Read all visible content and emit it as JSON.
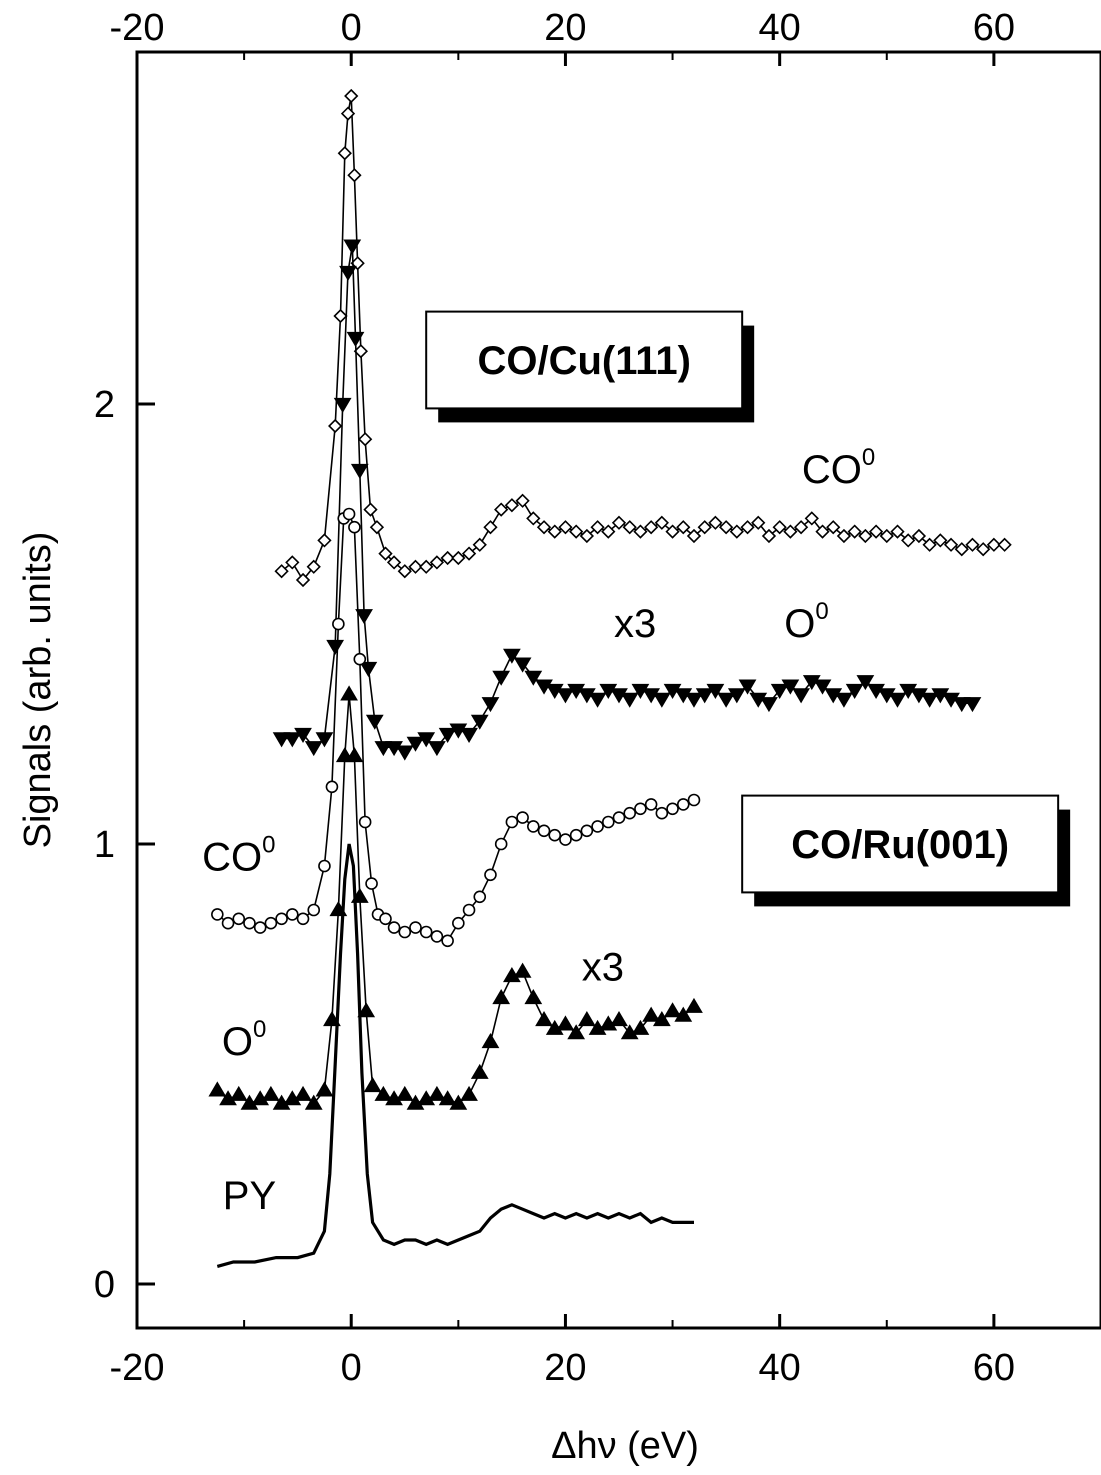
{
  "chart_data": {
    "type": "scatter",
    "xlabel": "Δhν (eV)",
    "ylabel": "Signals (arb. units)",
    "xlim": [
      -20,
      70
    ],
    "ylim": [
      -0.1,
      2.8
    ],
    "x_ticks": [
      -20,
      0,
      20,
      40,
      60
    ],
    "x_tick_labels": [
      "-20",
      "0",
      "20",
      "40",
      "60"
    ],
    "top_tick_labels": [
      "-20",
      "0",
      "20",
      "40",
      "60"
    ],
    "y_ticks": [
      0,
      1,
      2
    ],
    "y_tick_labels": [
      "0",
      "1",
      "2"
    ],
    "grid": false,
    "series": [
      {
        "marker": "diamond-open",
        "line": true,
        "points": [
          [
            -6.5,
            1.62
          ],
          [
            -5.5,
            1.64
          ],
          [
            -4.5,
            1.6
          ],
          [
            -3.5,
            1.63
          ],
          [
            -2.5,
            1.69
          ],
          [
            -1.5,
            1.95
          ],
          [
            -1,
            2.2
          ],
          [
            -0.6,
            2.57
          ],
          [
            -0.3,
            2.66
          ],
          [
            0,
            2.7
          ],
          [
            0.3,
            2.52
          ],
          [
            0.6,
            2.32
          ],
          [
            0.9,
            2.12
          ],
          [
            1.3,
            1.92
          ],
          [
            1.8,
            1.76
          ],
          [
            2.4,
            1.72
          ],
          [
            3.2,
            1.66
          ],
          [
            4,
            1.64
          ],
          [
            5,
            1.62
          ],
          [
            6,
            1.63
          ],
          [
            7,
            1.63
          ],
          [
            8,
            1.64
          ],
          [
            9,
            1.65
          ],
          [
            10,
            1.65
          ],
          [
            11,
            1.66
          ],
          [
            12,
            1.68
          ],
          [
            13,
            1.72
          ],
          [
            14,
            1.76
          ],
          [
            15,
            1.77
          ],
          [
            16,
            1.78
          ],
          [
            17,
            1.74
          ],
          [
            18,
            1.72
          ],
          [
            19,
            1.71
          ],
          [
            20,
            1.72
          ],
          [
            21,
            1.71
          ],
          [
            22,
            1.7
          ],
          [
            23,
            1.72
          ],
          [
            24,
            1.71
          ],
          [
            25,
            1.73
          ],
          [
            26,
            1.72
          ],
          [
            27,
            1.71
          ],
          [
            28,
            1.72
          ],
          [
            29,
            1.73
          ],
          [
            30,
            1.71
          ],
          [
            31,
            1.72
          ],
          [
            32,
            1.7
          ],
          [
            33,
            1.72
          ],
          [
            34,
            1.73
          ],
          [
            35,
            1.72
          ],
          [
            36,
            1.71
          ],
          [
            37,
            1.72
          ],
          [
            38,
            1.73
          ],
          [
            39,
            1.7
          ],
          [
            40,
            1.72
          ],
          [
            41,
            1.71
          ],
          [
            42,
            1.72
          ],
          [
            43,
            1.74
          ],
          [
            44,
            1.71
          ],
          [
            45,
            1.72
          ],
          [
            46,
            1.7
          ],
          [
            47,
            1.71
          ],
          [
            48,
            1.7
          ],
          [
            49,
            1.71
          ],
          [
            50,
            1.7
          ],
          [
            51,
            1.71
          ],
          [
            52,
            1.69
          ],
          [
            53,
            1.7
          ],
          [
            54,
            1.68
          ],
          [
            55,
            1.69
          ],
          [
            56,
            1.68
          ],
          [
            57,
            1.67
          ],
          [
            58,
            1.68
          ],
          [
            59,
            1.67
          ],
          [
            60,
            1.68
          ],
          [
            61,
            1.68
          ]
        ]
      },
      {
        "marker": "triangle-down-filled",
        "line": true,
        "points": [
          [
            -6.5,
            1.24
          ],
          [
            -5.5,
            1.24
          ],
          [
            -4.5,
            1.25
          ],
          [
            -3.5,
            1.22
          ],
          [
            -2.5,
            1.24
          ],
          [
            -1.5,
            1.45
          ],
          [
            -0.8,
            2.0
          ],
          [
            -0.3,
            2.3
          ],
          [
            0.1,
            2.36
          ],
          [
            0.4,
            2.15
          ],
          [
            0.8,
            1.85
          ],
          [
            1.2,
            1.52
          ],
          [
            1.6,
            1.4
          ],
          [
            2.2,
            1.28
          ],
          [
            3,
            1.22
          ],
          [
            4,
            1.22
          ],
          [
            5,
            1.21
          ],
          [
            6,
            1.23
          ],
          [
            7,
            1.24
          ],
          [
            8,
            1.22
          ],
          [
            9,
            1.25
          ],
          [
            10,
            1.26
          ],
          [
            11,
            1.25
          ],
          [
            12,
            1.28
          ],
          [
            13,
            1.32
          ],
          [
            14,
            1.38
          ],
          [
            15,
            1.43
          ],
          [
            16,
            1.41
          ],
          [
            17,
            1.38
          ],
          [
            18,
            1.36
          ],
          [
            19,
            1.35
          ],
          [
            20,
            1.34
          ],
          [
            21,
            1.35
          ],
          [
            22,
            1.34
          ],
          [
            23,
            1.33
          ],
          [
            24,
            1.35
          ],
          [
            25,
            1.34
          ],
          [
            26,
            1.33
          ],
          [
            27,
            1.35
          ],
          [
            28,
            1.34
          ],
          [
            29,
            1.33
          ],
          [
            30,
            1.35
          ],
          [
            31,
            1.34
          ],
          [
            32,
            1.33
          ],
          [
            33,
            1.34
          ],
          [
            34,
            1.35
          ],
          [
            35,
            1.33
          ],
          [
            36,
            1.34
          ],
          [
            37,
            1.36
          ],
          [
            38,
            1.33
          ],
          [
            39,
            1.32
          ],
          [
            40,
            1.35
          ],
          [
            41,
            1.36
          ],
          [
            42,
            1.34
          ],
          [
            43,
            1.37
          ],
          [
            44,
            1.36
          ],
          [
            45,
            1.34
          ],
          [
            46,
            1.33
          ],
          [
            47,
            1.35
          ],
          [
            48,
            1.37
          ],
          [
            49,
            1.35
          ],
          [
            50,
            1.34
          ],
          [
            51,
            1.33
          ],
          [
            52,
            1.35
          ],
          [
            53,
            1.34
          ],
          [
            54,
            1.33
          ],
          [
            55,
            1.34
          ],
          [
            56,
            1.33
          ],
          [
            57,
            1.32
          ],
          [
            58,
            1.32
          ]
        ]
      },
      {
        "marker": "circle-open",
        "line": true,
        "points": [
          [
            -12.5,
            0.84
          ],
          [
            -11.5,
            0.82
          ],
          [
            -10.5,
            0.83
          ],
          [
            -9.5,
            0.82
          ],
          [
            -8.5,
            0.81
          ],
          [
            -7.5,
            0.82
          ],
          [
            -6.5,
            0.83
          ],
          [
            -5.5,
            0.84
          ],
          [
            -4.5,
            0.83
          ],
          [
            -3.5,
            0.85
          ],
          [
            -2.5,
            0.95
          ],
          [
            -1.8,
            1.13
          ],
          [
            -1.2,
            1.5
          ],
          [
            -0.7,
            1.74
          ],
          [
            -0.2,
            1.75
          ],
          [
            0.3,
            1.72
          ],
          [
            0.8,
            1.42
          ],
          [
            1.3,
            1.05
          ],
          [
            1.9,
            0.91
          ],
          [
            2.5,
            0.84
          ],
          [
            3.2,
            0.83
          ],
          [
            4,
            0.81
          ],
          [
            5,
            0.8
          ],
          [
            6,
            0.81
          ],
          [
            7,
            0.8
          ],
          [
            8,
            0.79
          ],
          [
            9,
            0.78
          ],
          [
            10,
            0.82
          ],
          [
            11,
            0.85
          ],
          [
            12,
            0.88
          ],
          [
            13,
            0.93
          ],
          [
            14,
            1.0
          ],
          [
            15,
            1.05
          ],
          [
            16,
            1.06
          ],
          [
            17,
            1.04
          ],
          [
            18,
            1.03
          ],
          [
            19,
            1.02
          ],
          [
            20,
            1.01
          ],
          [
            21,
            1.02
          ],
          [
            22,
            1.03
          ],
          [
            23,
            1.04
          ],
          [
            24,
            1.05
          ],
          [
            25,
            1.06
          ],
          [
            26,
            1.07
          ],
          [
            27,
            1.08
          ],
          [
            28,
            1.09
          ],
          [
            29,
            1.07
          ],
          [
            30,
            1.08
          ],
          [
            31,
            1.09
          ],
          [
            32,
            1.1
          ]
        ]
      },
      {
        "marker": "triangle-up-filled",
        "line": true,
        "points": [
          [
            -12.5,
            0.44
          ],
          [
            -11.5,
            0.42
          ],
          [
            -10.5,
            0.43
          ],
          [
            -9.5,
            0.41
          ],
          [
            -8.5,
            0.42
          ],
          [
            -7.5,
            0.43
          ],
          [
            -6.5,
            0.41
          ],
          [
            -5.5,
            0.42
          ],
          [
            -4.5,
            0.43
          ],
          [
            -3.5,
            0.41
          ],
          [
            -2.5,
            0.44
          ],
          [
            -1.8,
            0.6
          ],
          [
            -1.2,
            0.85
          ],
          [
            -0.6,
            1.2
          ],
          [
            -0.2,
            1.34
          ],
          [
            0.3,
            1.2
          ],
          [
            0.8,
            0.88
          ],
          [
            1.4,
            0.62
          ],
          [
            2,
            0.45
          ],
          [
            3,
            0.43
          ],
          [
            4,
            0.42
          ],
          [
            5,
            0.43
          ],
          [
            6,
            0.41
          ],
          [
            7,
            0.42
          ],
          [
            8,
            0.43
          ],
          [
            9,
            0.42
          ],
          [
            10,
            0.41
          ],
          [
            11,
            0.43
          ],
          [
            12,
            0.48
          ],
          [
            13,
            0.55
          ],
          [
            14,
            0.65
          ],
          [
            15,
            0.7
          ],
          [
            16,
            0.71
          ],
          [
            17,
            0.65
          ],
          [
            18,
            0.6
          ],
          [
            19,
            0.58
          ],
          [
            20,
            0.59
          ],
          [
            21,
            0.57
          ],
          [
            22,
            0.6
          ],
          [
            23,
            0.58
          ],
          [
            24,
            0.59
          ],
          [
            25,
            0.6
          ],
          [
            26,
            0.57
          ],
          [
            27,
            0.58
          ],
          [
            28,
            0.61
          ],
          [
            29,
            0.6
          ],
          [
            30,
            0.62
          ],
          [
            31,
            0.61
          ],
          [
            32,
            0.63
          ]
        ]
      },
      {
        "marker": "none",
        "line": true,
        "points": [
          [
            -12.5,
            0.04
          ],
          [
            -11,
            0.05
          ],
          [
            -9,
            0.05
          ],
          [
            -7,
            0.06
          ],
          [
            -5,
            0.06
          ],
          [
            -3.5,
            0.07
          ],
          [
            -2.5,
            0.12
          ],
          [
            -2,
            0.25
          ],
          [
            -1.5,
            0.5
          ],
          [
            -1,
            0.75
          ],
          [
            -0.6,
            0.92
          ],
          [
            -0.2,
            1.0
          ],
          [
            0.2,
            0.95
          ],
          [
            0.6,
            0.75
          ],
          [
            1,
            0.48
          ],
          [
            1.5,
            0.25
          ],
          [
            2,
            0.14
          ],
          [
            3,
            0.1
          ],
          [
            4,
            0.09
          ],
          [
            5,
            0.1
          ],
          [
            6,
            0.1
          ],
          [
            7,
            0.09
          ],
          [
            8,
            0.1
          ],
          [
            9,
            0.09
          ],
          [
            10,
            0.1
          ],
          [
            11,
            0.11
          ],
          [
            12,
            0.12
          ],
          [
            13,
            0.15
          ],
          [
            14,
            0.17
          ],
          [
            15,
            0.18
          ],
          [
            16,
            0.17
          ],
          [
            17,
            0.16
          ],
          [
            18,
            0.15
          ],
          [
            19,
            0.16
          ],
          [
            20,
            0.15
          ],
          [
            21,
            0.16
          ],
          [
            22,
            0.15
          ],
          [
            23,
            0.16
          ],
          [
            24,
            0.15
          ],
          [
            25,
            0.16
          ],
          [
            26,
            0.15
          ],
          [
            27,
            0.16
          ],
          [
            28,
            0.14
          ],
          [
            29,
            0.15
          ],
          [
            30,
            0.14
          ],
          [
            31,
            0.14
          ],
          [
            32,
            0.14
          ]
        ]
      }
    ],
    "annotations": [
      {
        "id": "co0_upper",
        "base": "CO",
        "sup": "0",
        "x": 45.5,
        "y": 1.82
      },
      {
        "id": "x3_upper",
        "text": "x3",
        "x": 26.5,
        "y": 1.47
      },
      {
        "id": "o0_upper",
        "base": "O",
        "sup": "0",
        "x": 42.5,
        "y": 1.47
      },
      {
        "id": "co0_lower",
        "base": "CO",
        "sup": "0",
        "x": -10.5,
        "y": 0.94
      },
      {
        "id": "o0_lower",
        "base": "O",
        "sup": "0",
        "x": -10,
        "y": 0.52
      },
      {
        "id": "x3_lower",
        "text": "x3",
        "x": 23.5,
        "y": 0.69
      },
      {
        "id": "py",
        "text": "PY",
        "x": -9.5,
        "y": 0.17
      }
    ],
    "boxes": [
      {
        "id": "cu",
        "text": "CO/Cu(111)",
        "x1": 7,
        "y1": 2.21,
        "x2": 36.5,
        "y2": 1.99
      },
      {
        "id": "ru",
        "text": "CO/Ru(001)",
        "x1": 36.5,
        "y1": 1.11,
        "x2": 66,
        "y2": 0.89
      }
    ]
  }
}
